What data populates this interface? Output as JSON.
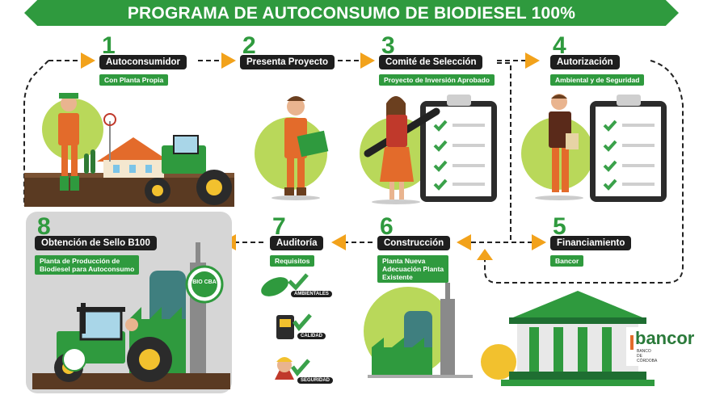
{
  "title": "PROGRAMA DE AUTOCONSUMO DE BIODIESEL 100%",
  "colors": {
    "green": "#2f9a3e",
    "dark": "#1e1e1e",
    "arrow": "#f2a21b",
    "panel": "#d6d6d6"
  },
  "steps": [
    {
      "num": "1",
      "label": "Autoconsumidor",
      "sub": "Con Planta Propia"
    },
    {
      "num": "2",
      "label": "Presenta Proyecto",
      "sub": ""
    },
    {
      "num": "3",
      "label": "Comité de Selección",
      "sub": "Proyecto de Inversión Aprobado"
    },
    {
      "num": "4",
      "label": "Autorización",
      "sub": "Ambiental y de Seguridad"
    },
    {
      "num": "5",
      "label": "Financiamiento",
      "sub": "Bancor"
    },
    {
      "num": "6",
      "label": "Construcción",
      "sub_lines": [
        "Planta Nueva",
        "Adecuación Planta",
        "Existente"
      ]
    },
    {
      "num": "7",
      "label": "Auditoría",
      "sub": "Requisitos"
    },
    {
      "num": "8",
      "label": "Obtención de Sello B100",
      "sub_lines": [
        "Planta de Producción de",
        "Biodiesel para Autoconsumo"
      ]
    }
  ],
  "audit_tags": [
    "AMBIENTALES",
    "CALIDAD",
    "SEGURIDAD"
  ],
  "seal": {
    "text": "BIO CBA"
  },
  "bank": {
    "name": "bancor",
    "sub_lines": [
      "BANCO",
      "DE",
      "CÓRDOBA"
    ]
  },
  "icons": [
    "farmer-icon",
    "farmhouse-icon",
    "tractor-icon",
    "windmill-icon",
    "document-holder-icon",
    "checklist-icon",
    "pencil-icon",
    "woman-icon",
    "man-icon",
    "biodiesel-plant-icon",
    "leaf-icon",
    "fuel-icon",
    "worker-helmet-icon",
    "bank-building-icon",
    "coin-icon",
    "seal-icon"
  ]
}
